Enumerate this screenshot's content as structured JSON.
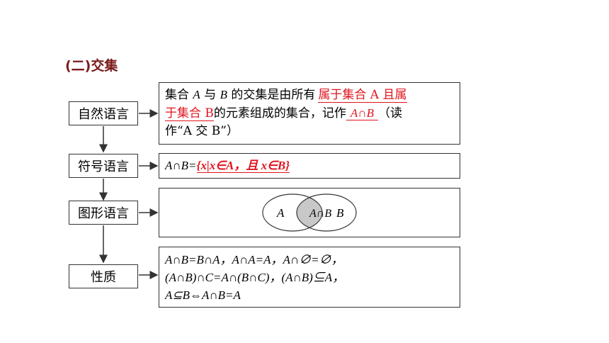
{
  "section_title": "(二)交集",
  "rows": [
    {
      "label": "自然语言"
    },
    {
      "label": "符号语言"
    },
    {
      "label": "图形语言"
    },
    {
      "label": "性质"
    }
  ],
  "natural": {
    "line1_pre": "集合 ",
    "var_a": "A",
    "mid1": " 与 ",
    "var_b": "B",
    "mid2": " 的交集是由所有",
    "red1": "属于集合 A 且属",
    "red2": "于集合 B",
    "line2_post": "的元素组成的集合，记作",
    "red3": "A∩B",
    "line2_tail": "（读",
    "line3": "作“A 交 B”）"
  },
  "symbolic": {
    "prefix": "A∩B=",
    "red": "{x|x∈A，且 x∈B}"
  },
  "venn": {
    "left": "A",
    "center": "A∩B",
    "right": "B"
  },
  "properties": {
    "line1": "A∩B=B∩A，A∩A=A，A∩∅=∅，",
    "line2": "(A∩B)∩C=A∩(B∩C)，(A∩B)⊆A，",
    "line3": "A⊆B⇔A∩B=A"
  },
  "colors": {
    "answer_red": "#e0141e",
    "title_brown": "#7a1a1a",
    "venn_fill": "#c8c8c8"
  }
}
